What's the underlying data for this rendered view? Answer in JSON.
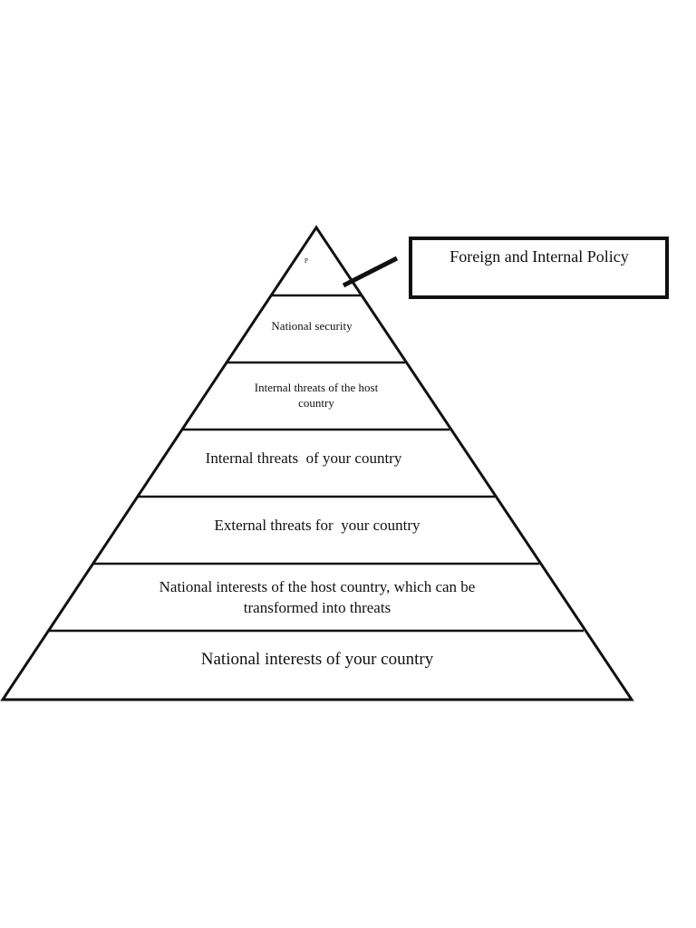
{
  "pyramid": {
    "apex_mark": "P",
    "levels": [
      {
        "lines": [
          "National security"
        ]
      },
      {
        "lines": [
          "Internal threats of the host",
          "country"
        ]
      },
      {
        "lines": [
          "Internal threats  of your country"
        ]
      },
      {
        "lines": [
          "External threats for  your country"
        ]
      },
      {
        "lines": [
          "National interests of the host country, which can be",
          "transformed into threats"
        ]
      },
      {
        "lines": [
          "National interests of your country"
        ]
      }
    ]
  },
  "callout": {
    "label": "Foreign and Internal Policy"
  }
}
